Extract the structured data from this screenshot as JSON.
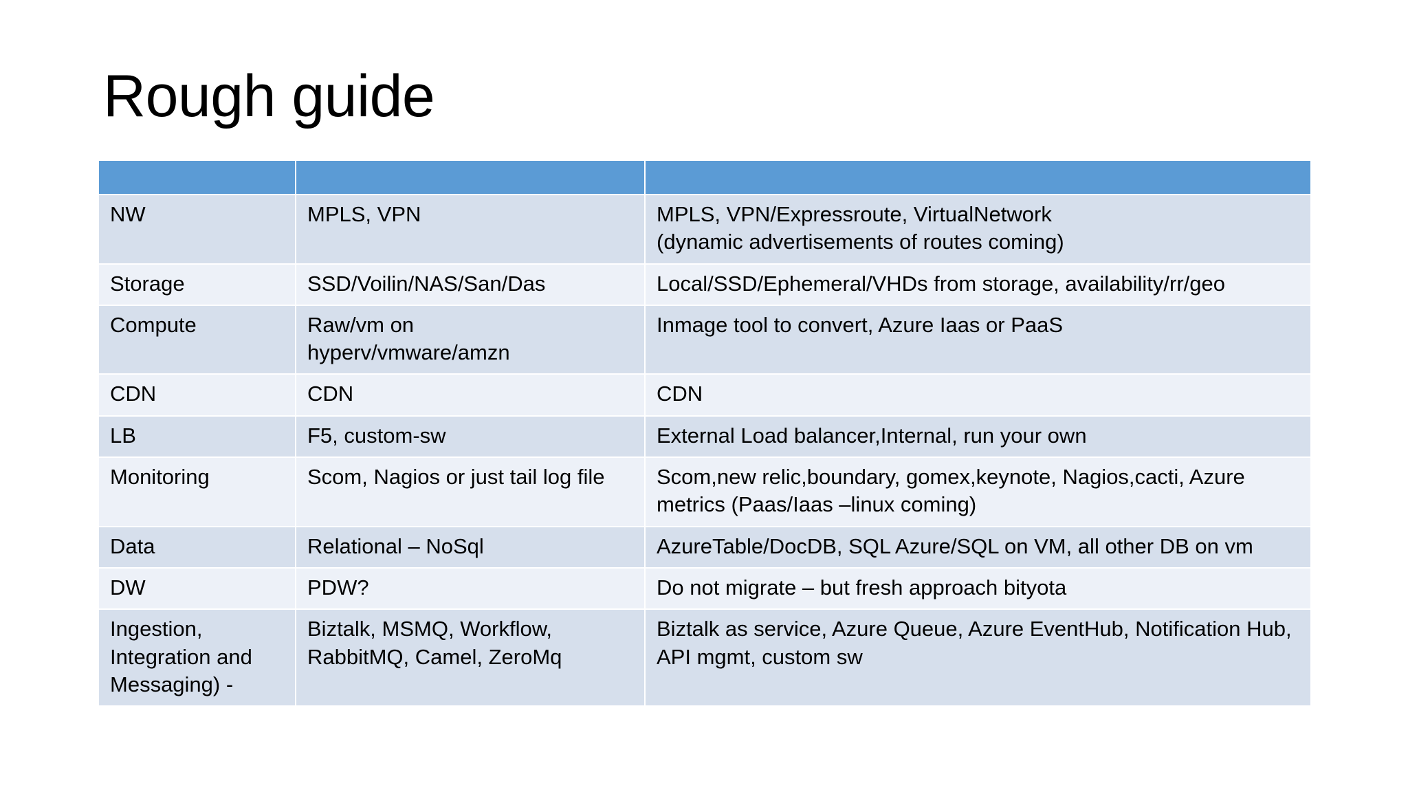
{
  "slide": {
    "title": "Rough guide",
    "background_color": "#FFFFFF"
  },
  "table": {
    "header_color": "#5B9BD5",
    "band_dark_color": "#D6DFEC",
    "band_light_color": "#EDF1F8",
    "headers": [
      "",
      "",
      ""
    ],
    "rows": [
      {
        "band": "dark",
        "cells": [
          "NW",
          "MPLS, VPN",
          "MPLS, VPN/Expressroute, VirtualNetwork\n(dynamic advertisements of routes coming)"
        ]
      },
      {
        "band": "light",
        "cells": [
          "Storage",
          "SSD/Voilin/NAS/San/Das",
          "Local/SSD/Ephemeral/VHDs from storage, availability/rr/geo"
        ]
      },
      {
        "band": "dark",
        "cells": [
          "Compute",
          "Raw/vm on\nhyperv/vmware/amzn",
          "Inmage tool to convert, Azure Iaas or PaaS"
        ]
      },
      {
        "band": "light",
        "cells": [
          "CDN",
          "CDN",
          "CDN"
        ]
      },
      {
        "band": "dark",
        "cells": [
          "LB",
          "F5, custom-sw",
          "External Load balancer,Internal, run your own"
        ]
      },
      {
        "band": "light",
        "cells": [
          "Monitoring",
          "Scom, Nagios or just tail log file",
          "Scom,new relic,boundary, gomex,keynote, Nagios,cacti, Azure metrics (Paas/Iaas –linux coming)"
        ]
      },
      {
        "band": "dark",
        "cells": [
          "Data",
          "Relational – NoSql",
          "AzureTable/DocDB, SQL Azure/SQL on VM, all other DB on vm"
        ]
      },
      {
        "band": "light",
        "cells": [
          "DW",
          "PDW?",
          "Do not migrate – but fresh approach bityota"
        ]
      },
      {
        "band": "dark",
        "cells": [
          "Ingestion, Integration and Messaging) -",
          "Biztalk, MSMQ, Workflow, RabbitMQ, Camel, ZeroMq",
          "Biztalk as service, Azure Queue, Azure EventHub, Notification Hub, API mgmt, custom sw"
        ]
      }
    ]
  }
}
